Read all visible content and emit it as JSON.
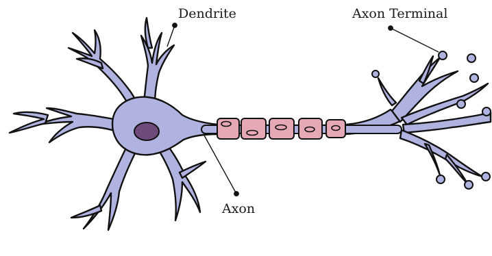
{
  "labels": {
    "dendrite": "Dendrite",
    "axon_terminal": "Axon Terminal",
    "axon": "Axon"
  },
  "colors": {
    "cell_fill": "#b0b3df",
    "outline": "#111111",
    "nucleus": "#6e4a7a",
    "myelin_fill": "#e7a8b5",
    "background": "#ffffff"
  }
}
